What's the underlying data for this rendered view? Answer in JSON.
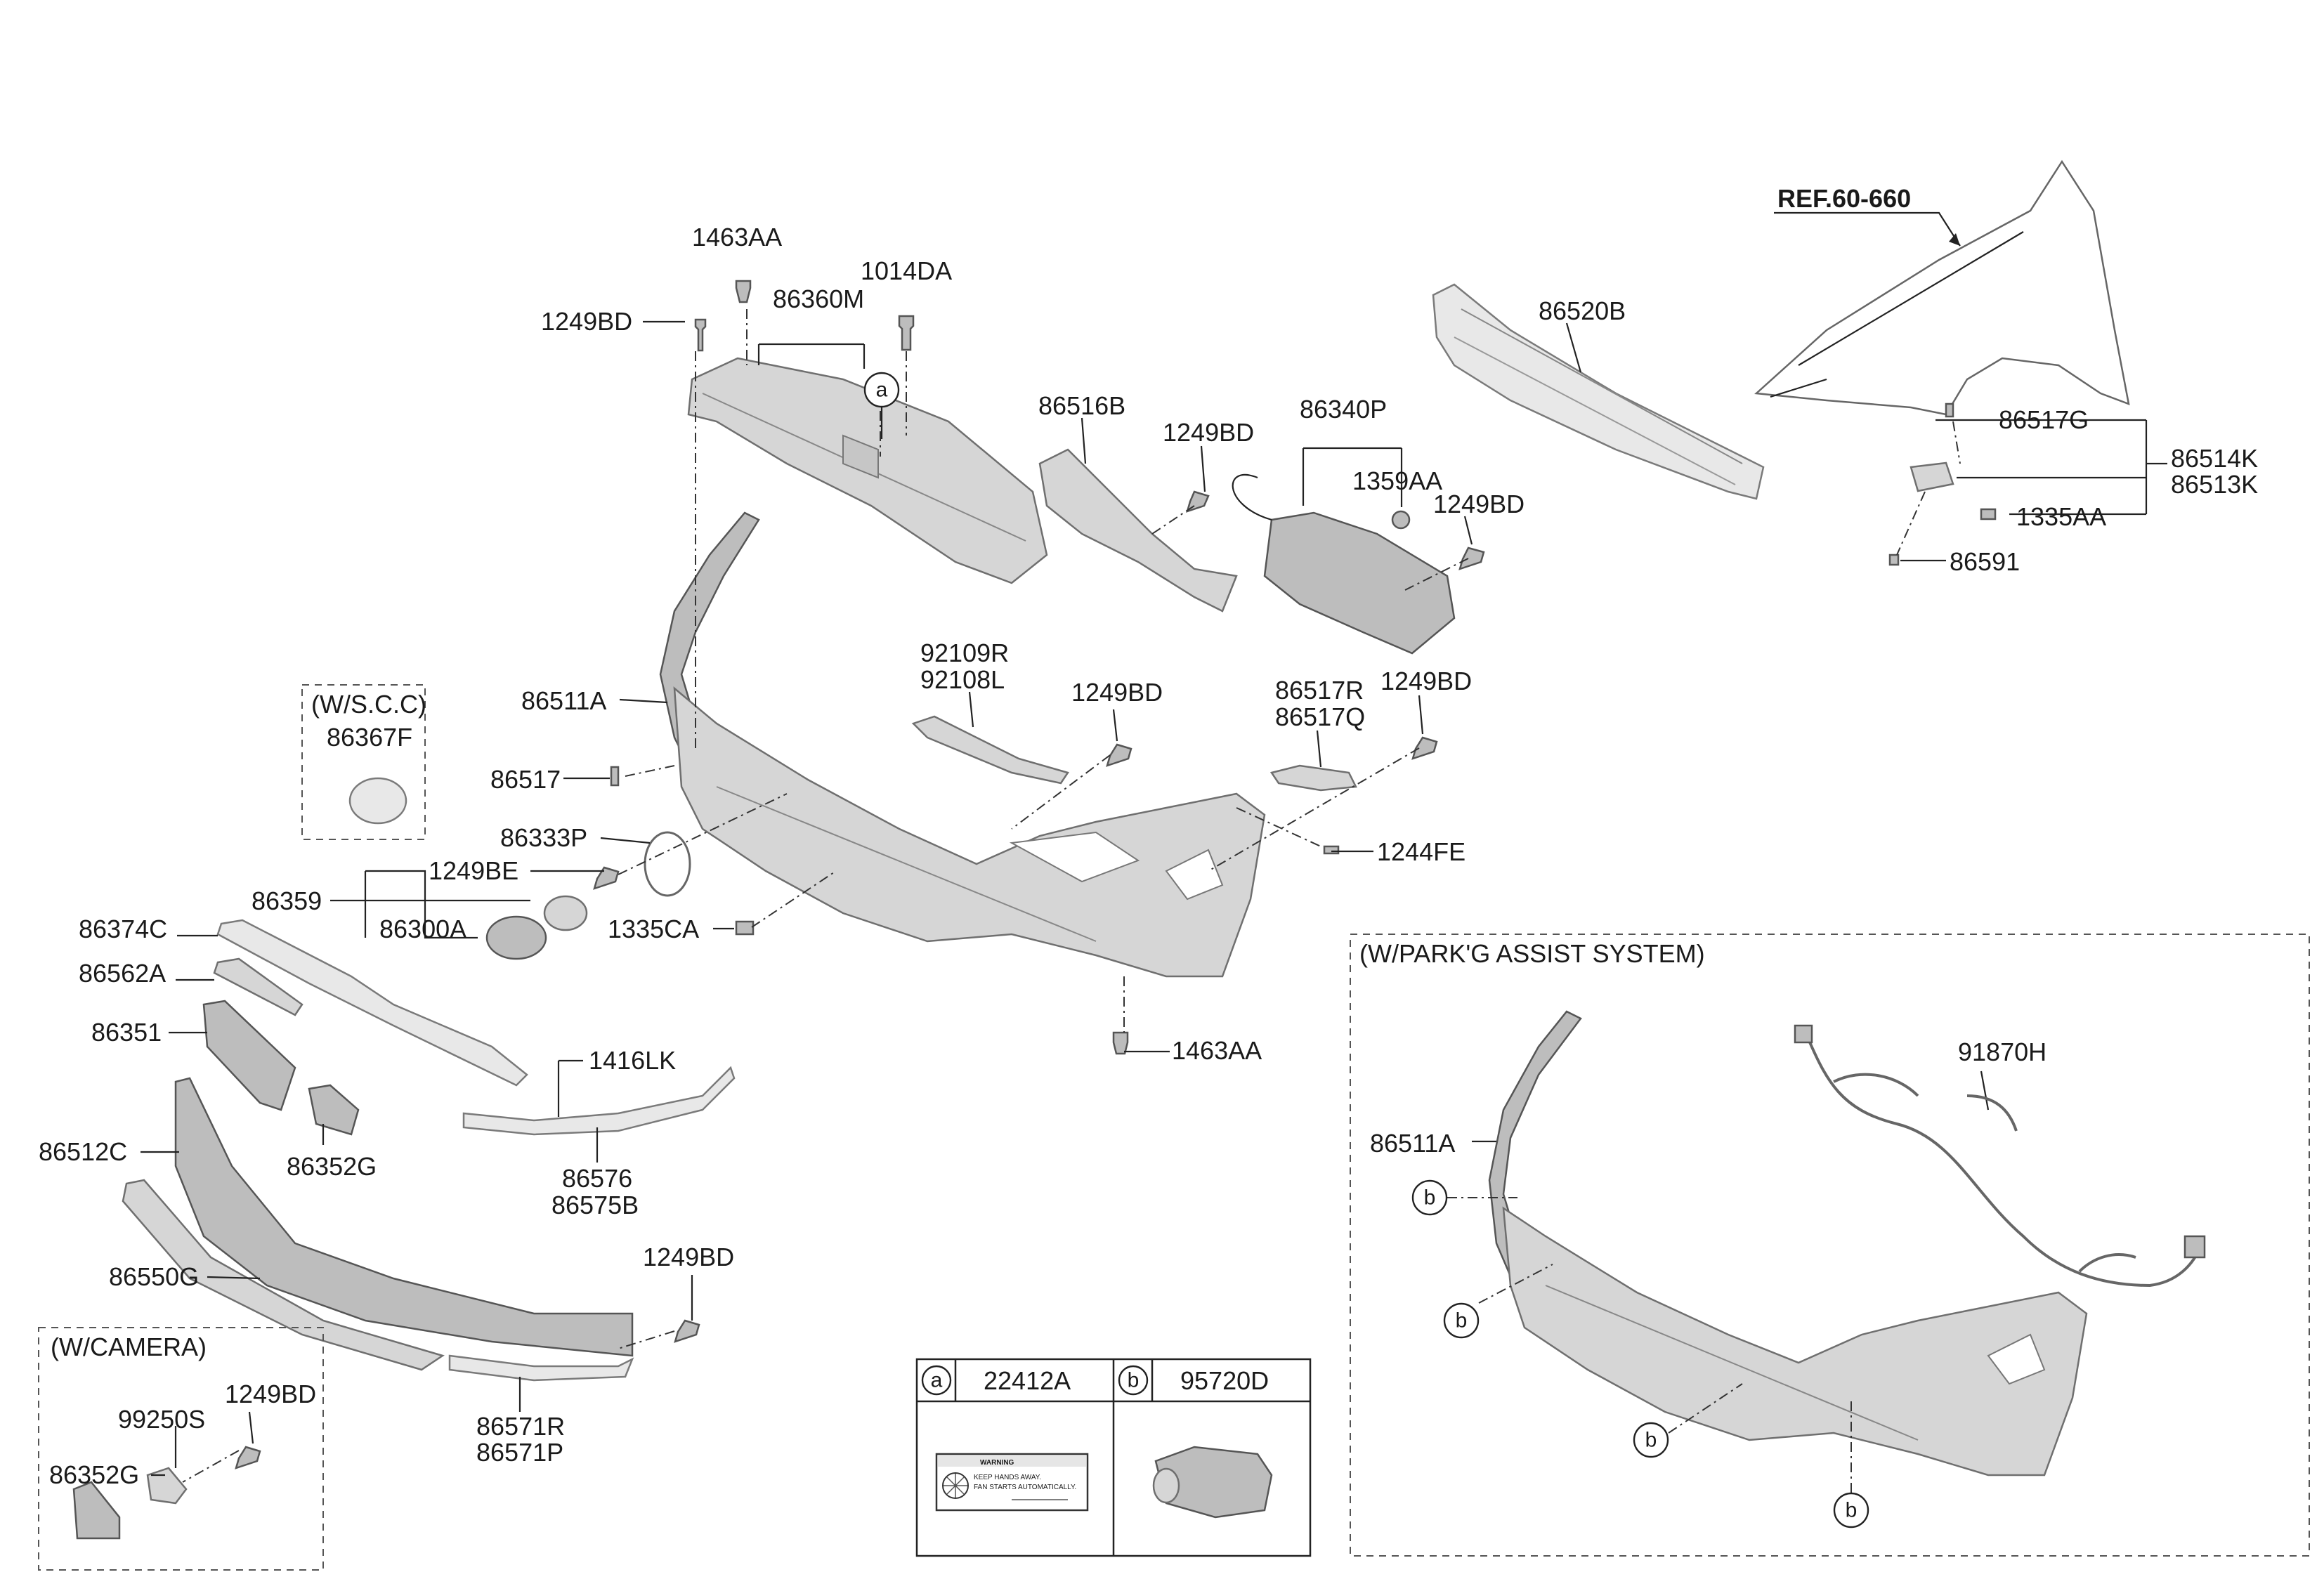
{
  "reference": "REF.60-660",
  "options": {
    "scc": "(W/S.C.C)",
    "park_assist": "(W/PARK'G ASSIST SYSTEM)",
    "camera": "(W/CAMERA)"
  },
  "labels": {
    "p1463AA_top": "1463AA",
    "p1014DA": "1014DA",
    "p1249BD_top": "1249BD",
    "p86360M": "86360M",
    "p86520B": "86520B",
    "p86516B": "86516B",
    "p1249BD_mid": "1249BD",
    "p86340P": "86340P",
    "p1359AA": "1359AA",
    "p1249BD_right": "1249BD",
    "p86517G": "86517G",
    "p86514K": "86514K",
    "p86513K": "86513K",
    "p1335AA": "1335AA",
    "p86591": "86591",
    "p92109R": "92109R",
    "p92108L": "92108L",
    "p1249BD_c1": "1249BD",
    "p86517R": "86517R",
    "p86517Q": "86517Q",
    "p1249BD_c2": "1249BD",
    "p86511A": "86511A",
    "p86367F": "86367F",
    "p86517": "86517",
    "p86333P": "86333P",
    "p1244FE": "1244FE",
    "p1249BE": "1249BE",
    "p86359": "86359",
    "p86300A": "86300A",
    "p1335CA": "1335CA",
    "p86374C": "86374C",
    "p86562A": "86562A",
    "p86351": "86351",
    "p86352G": "86352G",
    "p1416LK": "1416LK",
    "p1463AA_bot": "1463AA",
    "p86576": "86576",
    "p86575B": "86575B",
    "p86512C": "86512C",
    "p86550G": "86550G",
    "p1249BD_low": "1249BD",
    "p86571R": "86571R",
    "p86571P": "86571P",
    "p1249BD_cam": "1249BD",
    "p99250S": "99250S",
    "p86352G_cam": "86352G",
    "p86511A_pa": "86511A",
    "p91870H": "91870H"
  },
  "callouts": {
    "a": "a",
    "b": "b"
  },
  "legend_table": {
    "a_key": "a",
    "a_part": "22412A",
    "b_key": "b",
    "b_part": "95720D"
  },
  "warning_label": {
    "title": "WARNING",
    "line1": "KEEP HANDS AWAY.",
    "line2": "FAN STARTS AUTOMATICALLY."
  }
}
